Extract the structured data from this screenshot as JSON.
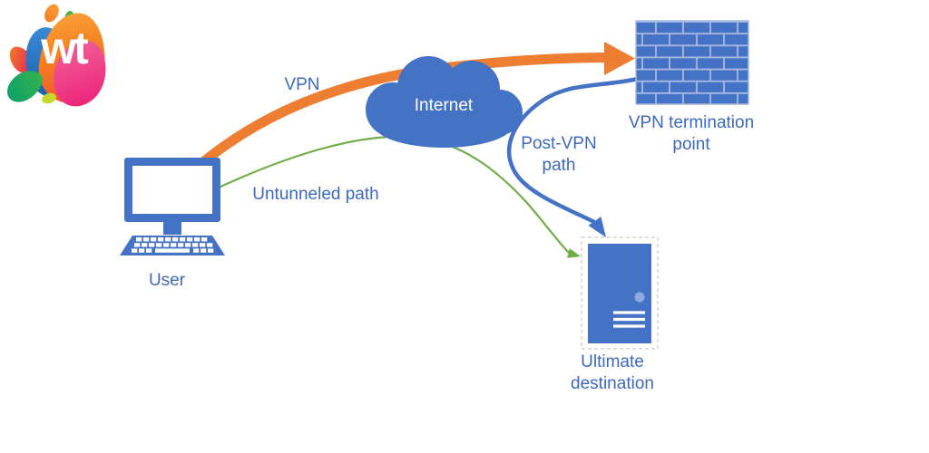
{
  "logo": {
    "text": "wt"
  },
  "diagram": {
    "nodes": {
      "user": {
        "label": "User",
        "icon": "desktop-computer-icon"
      },
      "internet": {
        "label": "Internet",
        "icon": "cloud-icon"
      },
      "vpn_termination": {
        "label": "VPN termination point",
        "icon": "brick-wall-icon"
      },
      "ultimate_destination": {
        "label": "Ultimate destination",
        "icon": "server-icon"
      }
    },
    "edges": {
      "vpn": {
        "label": "VPN",
        "color": "#ED7D31",
        "from": "User",
        "to": "VPN termination point",
        "style": "thick-arrow"
      },
      "untunneled": {
        "label": "Untunneled path",
        "color": "#70AD47",
        "from": "User",
        "to": "Ultimate destination",
        "style": "thin-arrow"
      },
      "post_vpn": {
        "label": "Post-VPN path",
        "color": "#4472C4",
        "from": "VPN termination point",
        "to": "Ultimate destination",
        "style": "medium-arrow"
      }
    },
    "colors": {
      "shape_blue": "#4472C4",
      "label_blue": "#3E68BE",
      "mortar": "#A9B8DE",
      "power_dot": "#8FAADC",
      "selection_dash": "#C9C9C9"
    }
  }
}
